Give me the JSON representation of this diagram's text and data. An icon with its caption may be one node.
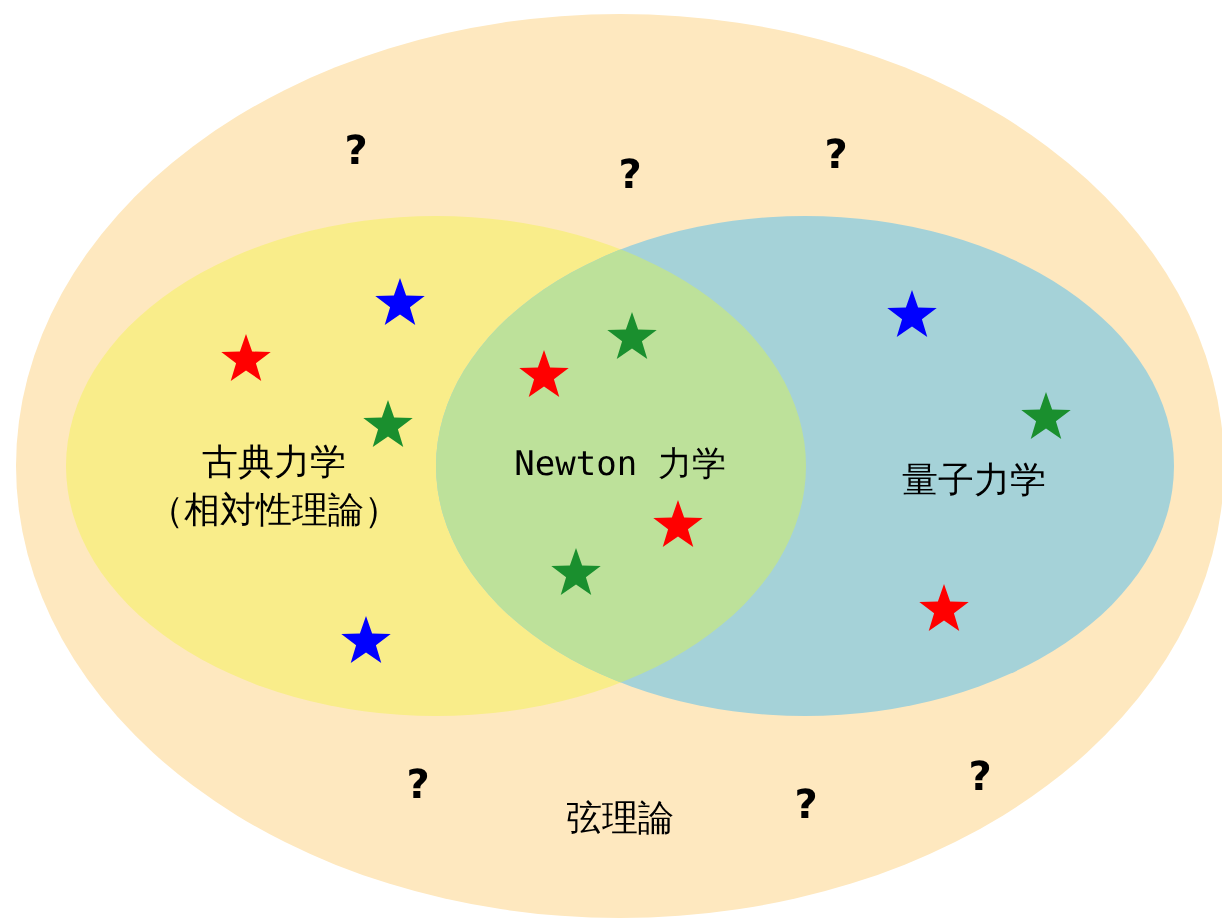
{
  "diagram": {
    "nodes": [
      {
        "text": [
          "弦理論"
        ]
      },
      {
        "text": [
          "古典力学（相対性理論）"
        ],
        "in": 0
      },
      {
        "text": [
          "量子力学"
        ],
        "in": 0
      }
    ],
    "edges": [],
    "labels": [
      "?",
      "?",
      "?",
      "Newton 力学",
      "?",
      "?",
      "?"
    ]
  }
}
